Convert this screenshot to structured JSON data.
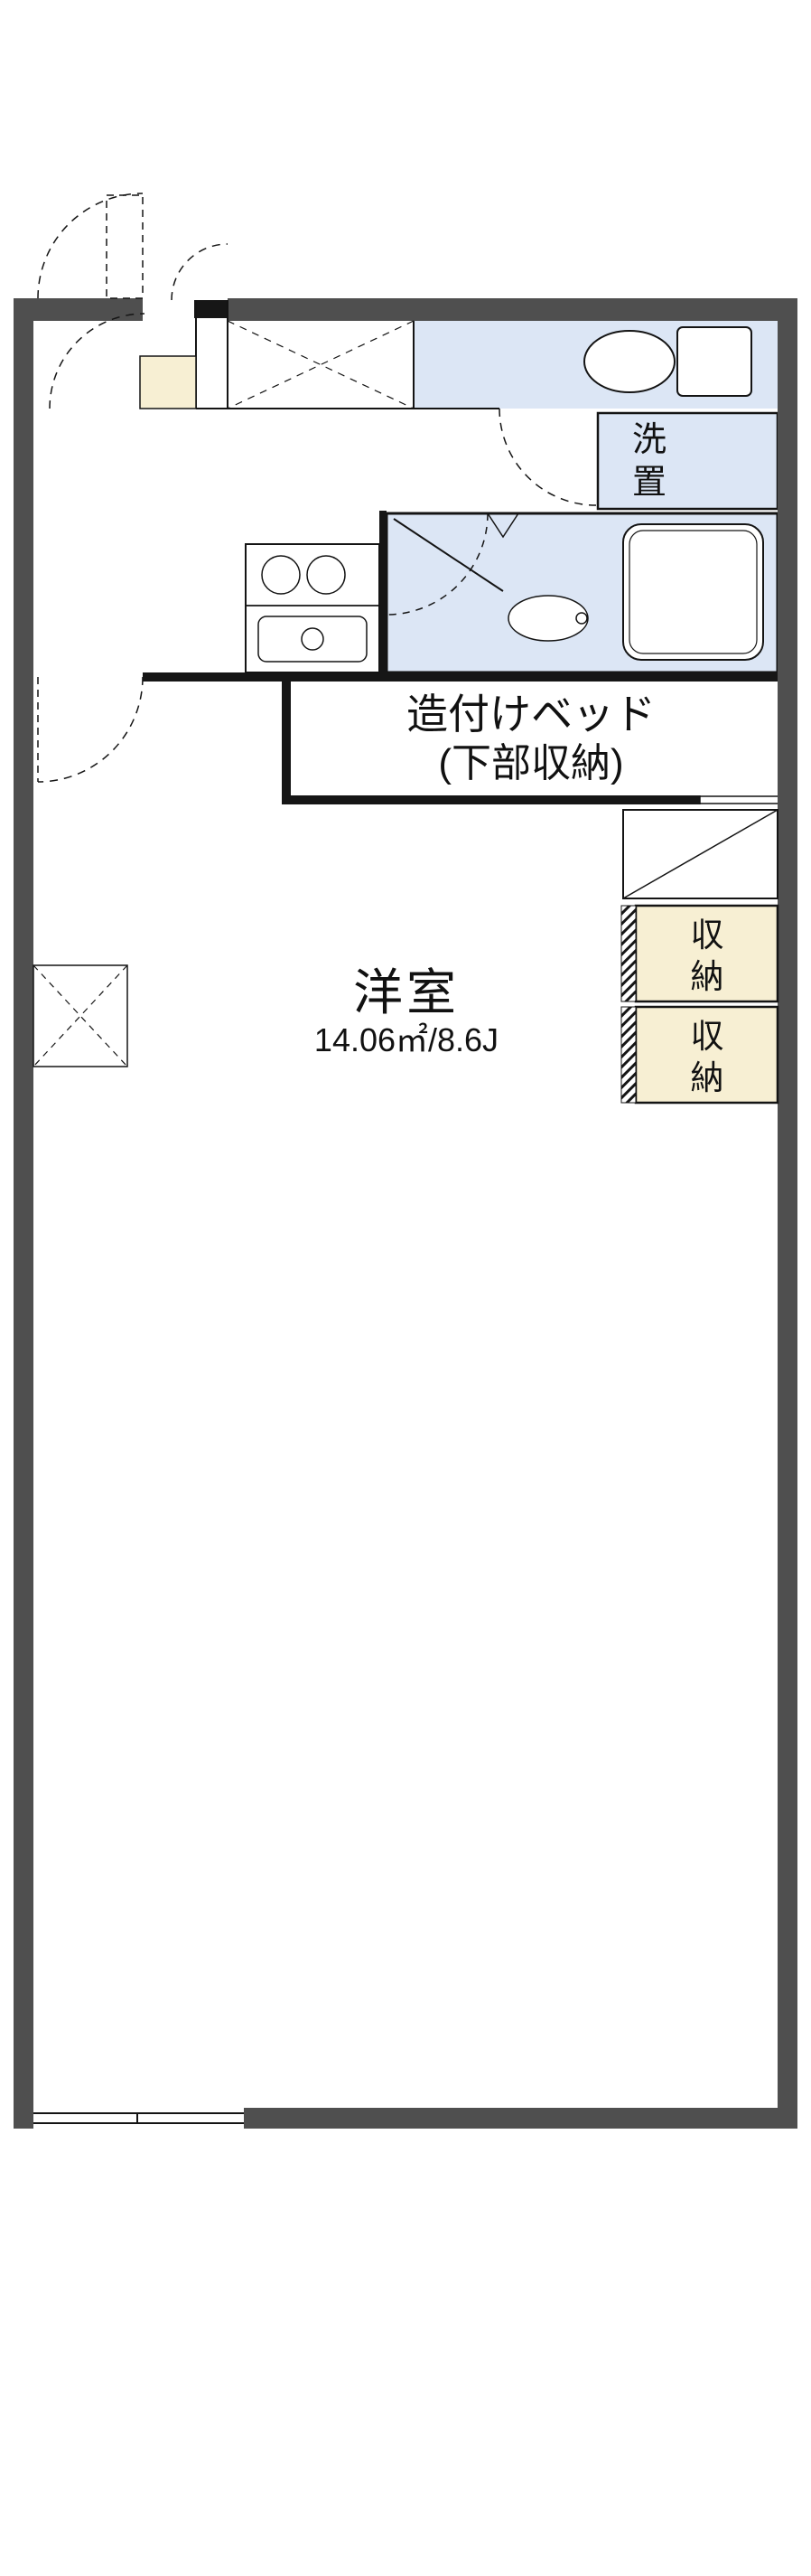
{
  "plan": {
    "title": "apartment floor plan",
    "rooms": {
      "washer": {
        "label": "洗置"
      },
      "bed": {
        "line1": "造付けベッド",
        "line2": "(下部収納)"
      },
      "main_room": {
        "name": "洋室",
        "size": "14.06㎡/8.6J"
      },
      "storage_top": {
        "label": "収納"
      },
      "storage_bottom": {
        "label": "収納"
      }
    },
    "colors": {
      "wall": "#4f4f4f",
      "inner_wall": "#161616",
      "wet": "#dce6f5",
      "cream": "#f7efd3",
      "line": "#141414"
    }
  }
}
